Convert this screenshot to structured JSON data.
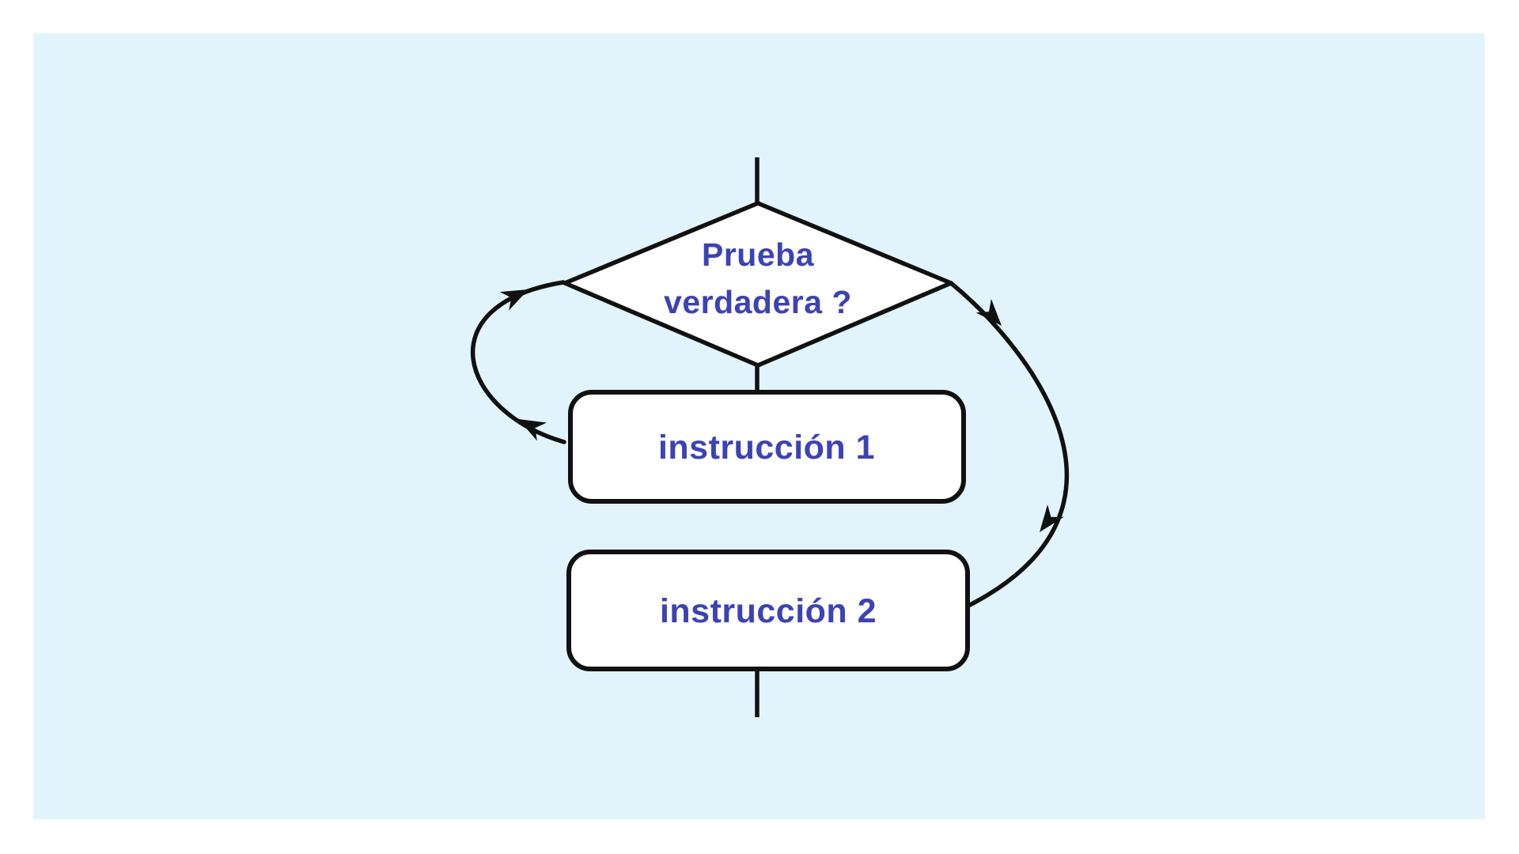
{
  "diagram": {
    "type": "flowchart-do-while-loop",
    "decision": {
      "label_line1": "Prueba",
      "label_line2": "verdadera ?"
    },
    "process_1": {
      "label": "instrucción 1"
    },
    "process_2": {
      "label": "instrucción 2"
    },
    "colors": {
      "page_background": "#ffffff",
      "panel_background": "#e1f4fc",
      "shape_fill": "#ffffff",
      "line_color": "#111111",
      "label_color": "#3c43b4"
    }
  }
}
